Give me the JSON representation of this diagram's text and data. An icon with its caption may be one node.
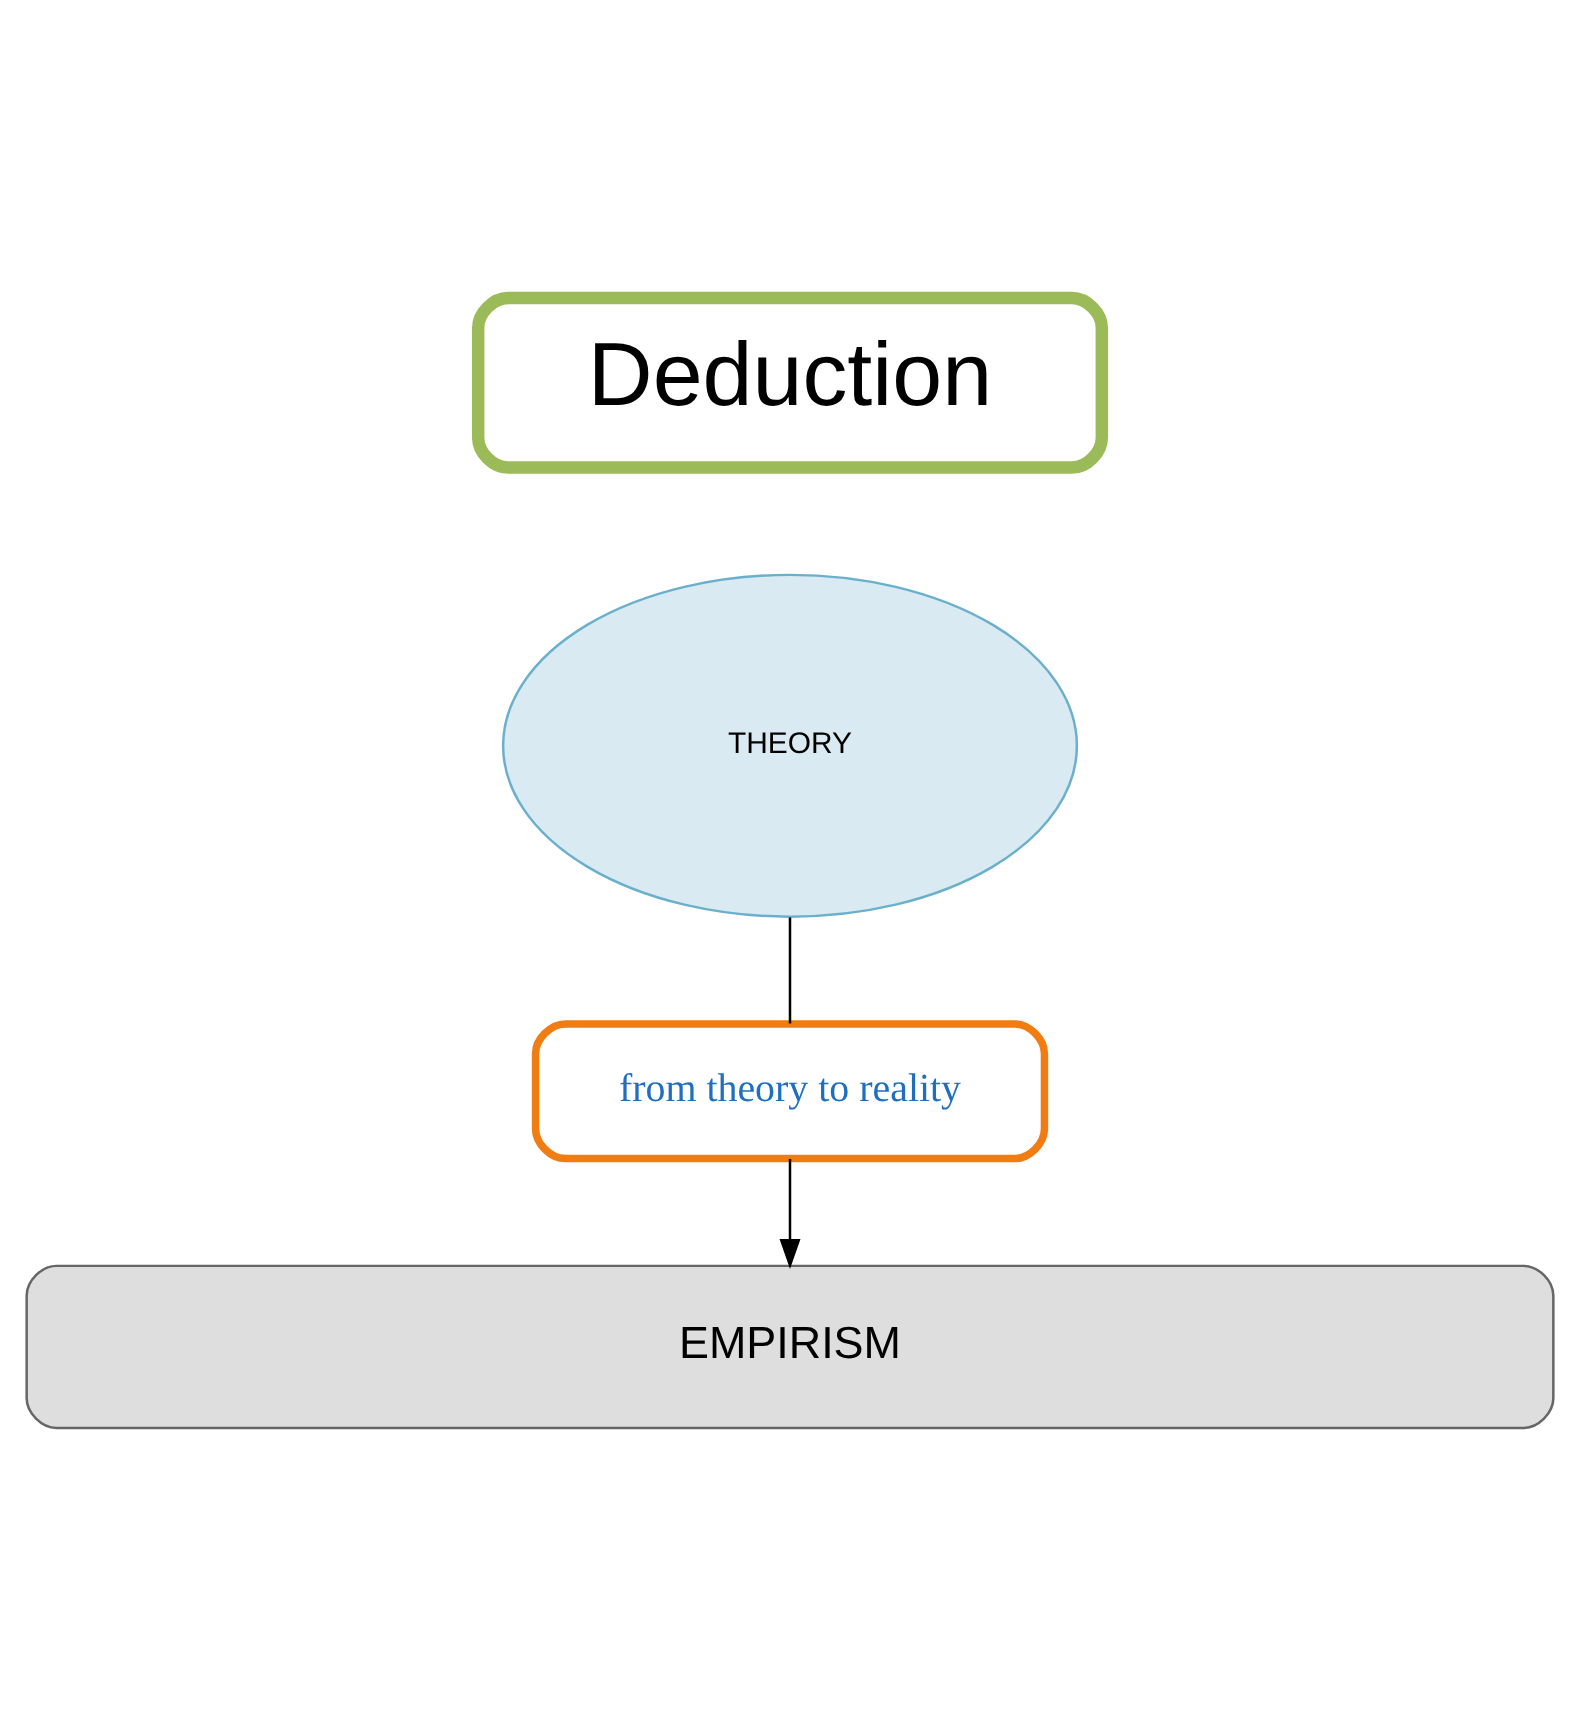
{
  "diagram": {
    "nodes": [
      {
        "text": [
          "Deduction"
        ]
      },
      {
        "text": [
          "THEORY"
        ]
      },
      {
        "text": [
          "from theory to reality"
        ]
      },
      {
        "text": [
          "EMPIRISM"
        ]
      }
    ],
    "edges": [
      {
        "from": 1,
        "to": 2,
        "arrow": "none"
      },
      {
        "from": 2,
        "to": 3,
        "arrow": "to"
      }
    ]
  }
}
